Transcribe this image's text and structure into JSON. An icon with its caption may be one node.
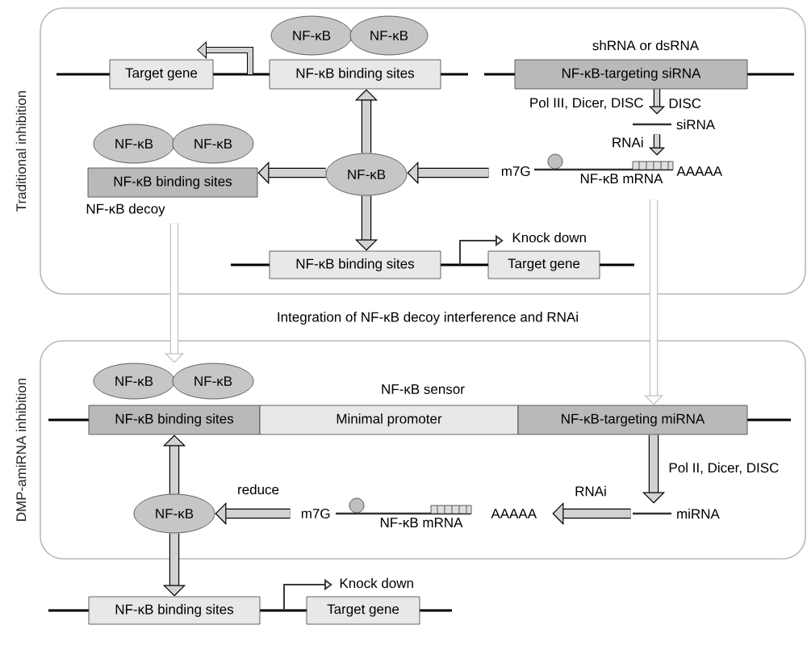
{
  "diagram": {
    "nodes": [
      {
        "text": [
          "Traditional inhibition"
        ]
      },
      {
        "text": [
          "DMP-amiRNA inhibition"
        ]
      },
      {
        "text": [
          "NF-κB"
        ],
        "in": 0
      },
      {
        "text": [
          "NF-κB"
        ],
        "in": 0
      },
      {
        "text": [
          "Target gene"
        ],
        "in": 0
      },
      {
        "text": [
          "NF-κB binding sites"
        ],
        "in": 0
      },
      {
        "text": [
          "NF-κB-targeting siRNA"
        ],
        "in": 0,
        "beside": [
          "shRNA or dsRNA"
        ]
      },
      {
        "text": [
          "NF-κB"
        ],
        "in": 0
      },
      {
        "text": [
          "NF-κB"
        ],
        "in": 0
      },
      {
        "text": [
          "NF-κB binding sites"
        ],
        "in": 0,
        "beside": [
          "NF-κB decoy"
        ]
      },
      {
        "text": [
          "NF-κB"
        ],
        "in": 0
      },
      {
        "text": [
          "NF-κB mRNA"
        ],
        "in": 0,
        "beside": [
          "m7G",
          "AAAAA"
        ]
      },
      {
        "text": [
          "siRNA"
        ],
        "in": 0
      },
      {
        "text": [
          "NF-κB binding sites"
        ],
        "in": 0
      },
      {
        "text": [
          "Target gene"
        ],
        "in": 0,
        "beside": [
          "Knock down"
        ]
      },
      {
        "text": [
          "NF-κB"
        ],
        "in": 1
      },
      {
        "text": [
          "NF-κB"
        ],
        "in": 1
      },
      {
        "text": [
          "NF-κB binding sites"
        ],
        "in": 1
      },
      {
        "text": [
          "Minimal promoter"
        ],
        "in": 1
      },
      {
        "text": [
          "NF-κB-targeting miRNA"
        ],
        "in": 1
      },
      {
        "text": [
          "NF-κB"
        ],
        "in": 1
      },
      {
        "text": [
          "NF-κB mRNA"
        ],
        "in": 1,
        "beside": [
          "m7G",
          "AAAAA"
        ]
      },
      {
        "text": [
          "miRNA"
        ],
        "in": 1
      },
      {
        "text": [
          "NF-κB binding sites"
        ]
      },
      {
        "text": [
          "Target gene"
        ],
        "beside": [
          "Knock down"
        ]
      }
    ],
    "edges": [
      {
        "from": 10,
        "to": 5,
        "arrow": "to"
      },
      {
        "from": 10,
        "to": 9,
        "arrow": "to"
      },
      {
        "from": 10,
        "to": 13,
        "arrow": "to"
      },
      {
        "from": 11,
        "to": 10,
        "arrow": "to"
      },
      {
        "from": 6,
        "to": 12,
        "arrow": "to",
        "label": "Pol III, Dicer, DISC"
      },
      {
        "from": 12,
        "to": 11,
        "arrow": "to",
        "label": "RNAi"
      },
      {
        "from": 9,
        "to": 15,
        "arrow": "to",
        "color": "#c0c0c0"
      },
      {
        "from": 11,
        "to": 19,
        "arrow": "to",
        "color": "#c0c0c0"
      },
      {
        "from": 19,
        "to": 22,
        "arrow": "to",
        "label": "Pol II, Dicer, DISC"
      },
      {
        "from": 22,
        "to": 21,
        "arrow": "to",
        "label": "RNAi"
      },
      {
        "from": 21,
        "to": 20,
        "arrow": "to",
        "label": "reduce"
      },
      {
        "from": 20,
        "to": 17,
        "arrow": "to"
      },
      {
        "from": 20,
        "to": 23,
        "arrow": "to"
      }
    ],
    "labels": [
      "DISC",
      "Integration of NF-κB decoy interference and RNAi",
      "NF-κB sensor"
    ]
  }
}
